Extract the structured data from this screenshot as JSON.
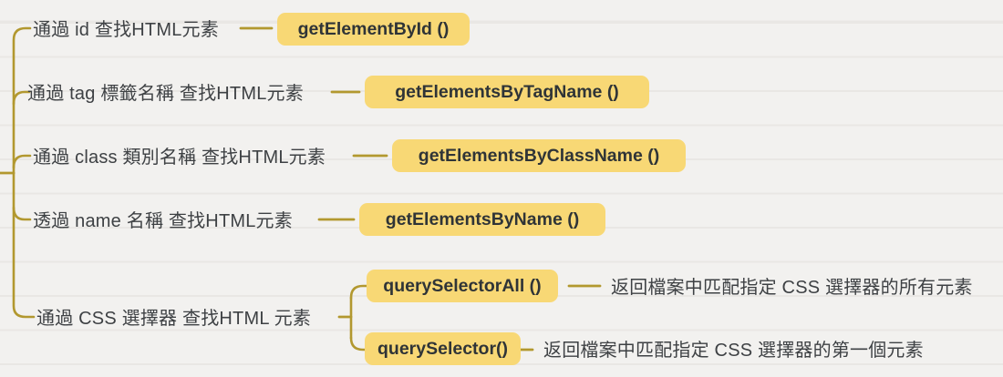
{
  "colors": {
    "background": "#f2f1ef",
    "ruled_line": "#e9e7e4",
    "connector": "#b2982f",
    "node_highlight": "#f8d875",
    "node_text": "#2f3437",
    "label_text": "#3e4144"
  },
  "branches": [
    {
      "label": "通過 id 查找HTML元素",
      "method": "getElementById ()"
    },
    {
      "label": "通過 tag 標籤名稱 查找HTML元素",
      "method": "getElementsByTagName ()"
    },
    {
      "label": "通過 class 類別名稱 查找HTML元素",
      "method": "getElementsByClassName ()"
    },
    {
      "label": "透過 name 名稱 查找HTML元素",
      "method": "getElementsByName ()"
    },
    {
      "label": "通過 CSS 選擇器 查找HTML 元素",
      "children": [
        {
          "method": "querySelectorAll ()",
          "description": "返回檔案中匹配指定 CSS 選擇器的所有元素"
        },
        {
          "method": "querySelector()",
          "description": "返回檔案中匹配指定 CSS 選擇器的第一個元素"
        }
      ]
    }
  ]
}
